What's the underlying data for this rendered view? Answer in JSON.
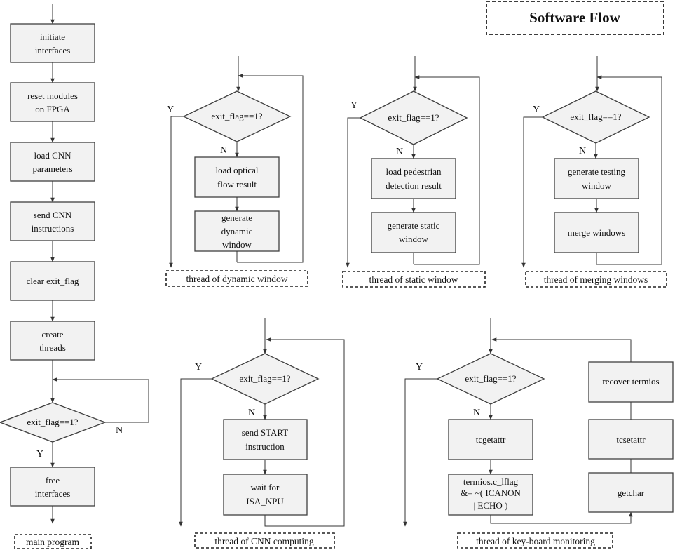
{
  "title": "Software Flow",
  "main_program": {
    "caption": "main program",
    "steps": [
      [
        "initiate",
        "interfaces"
      ],
      [
        "reset modules",
        "on FPGA"
      ],
      [
        "load CNN",
        "parameters"
      ],
      [
        "send CNN",
        "instructions"
      ],
      [
        "clear exit_flag"
      ],
      [
        "create",
        "threads"
      ]
    ],
    "decision": "exit_flag==1?",
    "yes": "Y",
    "no": "N",
    "final_step": [
      "free",
      "interfaces"
    ]
  },
  "dynamic_thread": {
    "caption": "thread of dynamic window",
    "decision": "exit_flag==1?",
    "yes": "Y",
    "no": "N",
    "steps": [
      [
        "load optical",
        "flow result"
      ],
      [
        "generate",
        "dynamic",
        "window"
      ]
    ]
  },
  "static_thread": {
    "caption": "thread of static window",
    "decision": "exit_flag==1?",
    "yes": "Y",
    "no": "N",
    "steps": [
      [
        "load pedestrian",
        "detection result"
      ],
      [
        "generate static",
        "window"
      ]
    ]
  },
  "merge_thread": {
    "caption": "thread of merging windows",
    "decision": "exit_flag==1?",
    "yes": "Y",
    "no": "N",
    "steps": [
      [
        "generate testing",
        "window"
      ],
      [
        "merge windows"
      ]
    ]
  },
  "cnn_thread": {
    "caption": "thread of CNN computing",
    "decision": "exit_flag==1?",
    "yes": "Y",
    "no": "N",
    "steps": [
      [
        "send START",
        "instruction"
      ],
      [
        "wait for",
        "ISA_NPU"
      ]
    ]
  },
  "keyboard_thread": {
    "caption": "thread of key-board monitoring",
    "decision": "exit_flag==1?",
    "yes": "Y",
    "no": "N",
    "steps": [
      [
        "tcgetattr"
      ],
      [
        "termios.c_lflag",
        "&= ~( ICANON",
        "| ECHO )"
      ]
    ],
    "right_steps": [
      [
        "recover termios"
      ],
      [
        "tcsetattr"
      ],
      [
        "getchar"
      ]
    ]
  }
}
